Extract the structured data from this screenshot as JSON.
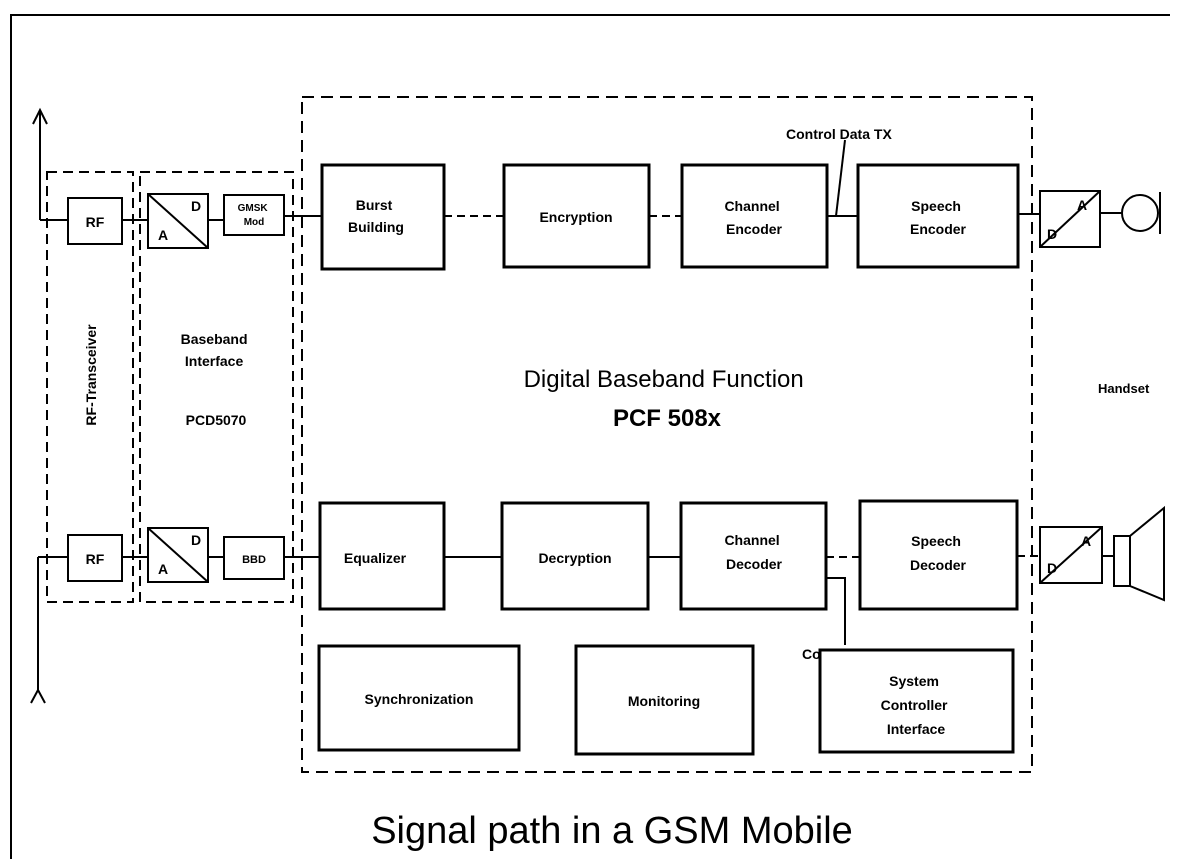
{
  "title": "Signal path in a GSM Mobile",
  "dbf": {
    "line1": "Digital Baseband Function",
    "line2": "PCF 508x"
  },
  "rf_transceiver": "RF-Transceiver",
  "baseband_interface": {
    "line1": "Baseband",
    "line2": "Interface",
    "line3": "PCD5070"
  },
  "handset": "Handset",
  "control_tx": "Control Data TX",
  "control_rx": "Control Data RX",
  "tx_path": {
    "rf": "RF",
    "gmsk": {
      "line1": "GMSK",
      "line2": "Mod"
    },
    "burst": {
      "line1": "Burst",
      "line2": "Building"
    },
    "encryption": "Encryption",
    "channel_encoder": {
      "line1": "Channel",
      "line2": "Encoder"
    },
    "speech_encoder": {
      "line1": "Speech",
      "line2": "Encoder"
    }
  },
  "rx_path": {
    "rf": "RF",
    "bbd": "BBD",
    "equalizer": "Equalizer",
    "decryption": "Decryption",
    "channel_decoder": {
      "line1": "Channel",
      "line2": "Decoder"
    },
    "speech_decoder": {
      "line1": "Speech",
      "line2": "Decoder"
    }
  },
  "bottom_blocks": {
    "sync": "Synchronization",
    "monitoring": "Monitoring",
    "sci": {
      "line1": "System",
      "line2": "Controller",
      "line3": "Interface"
    }
  },
  "converters": {
    "d": "D",
    "a": "A"
  }
}
